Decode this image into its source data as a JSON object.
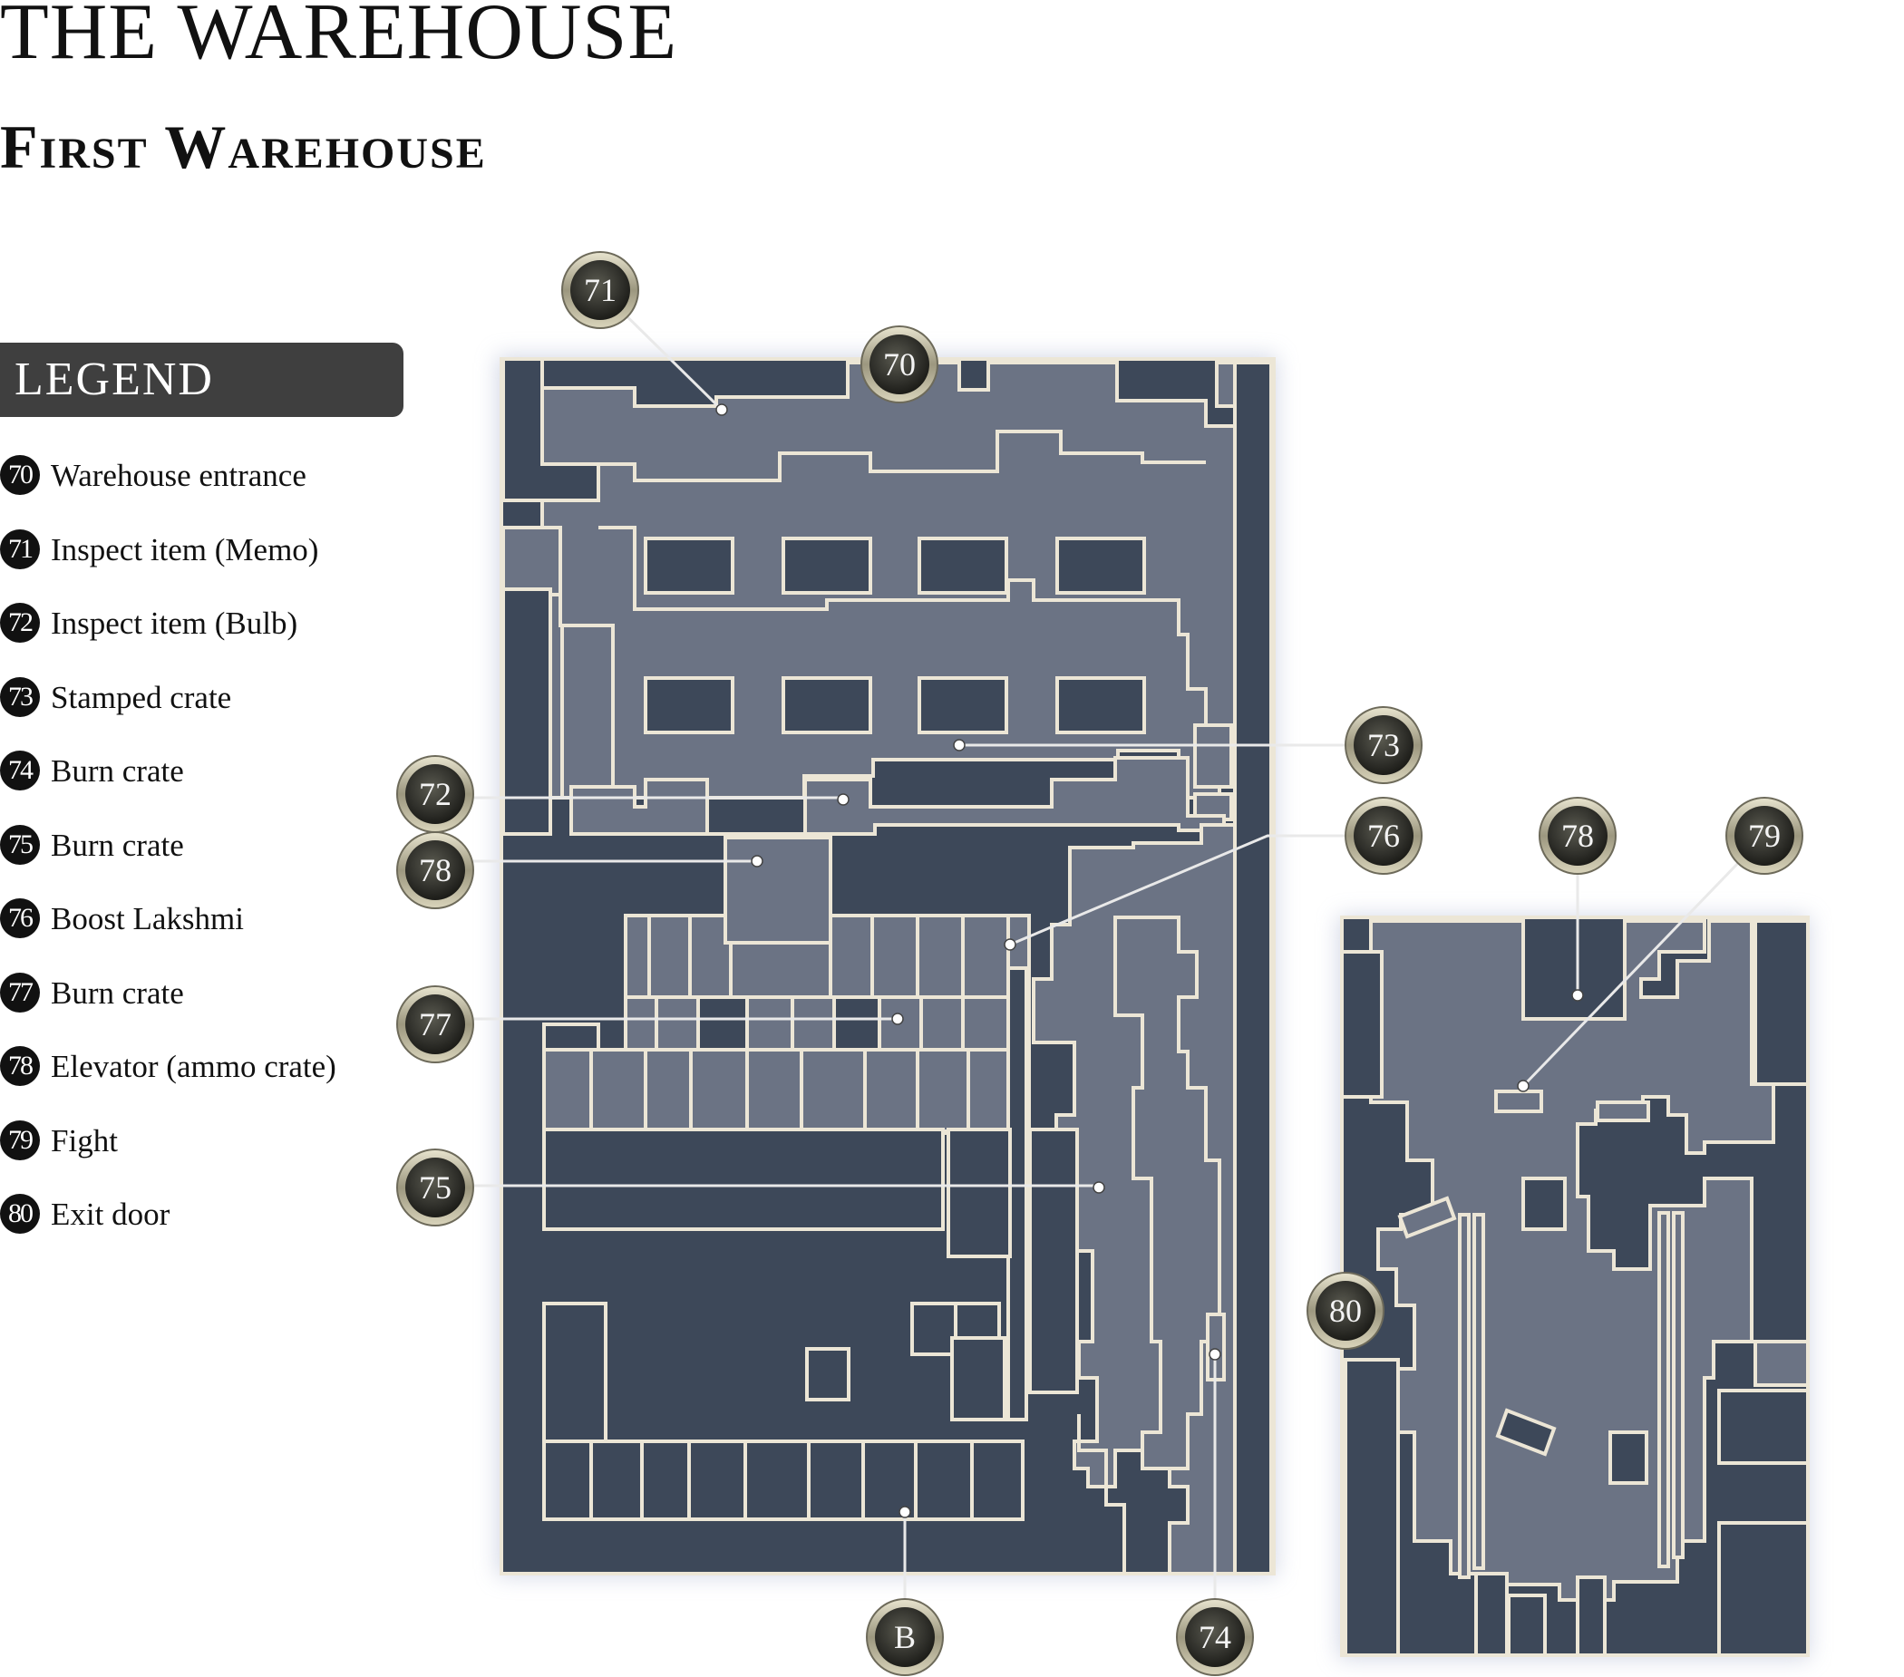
{
  "title": "THE WAREHOUSE",
  "subtitle": "First Warehouse",
  "legend": {
    "heading": "LEGEND",
    "items": [
      {
        "num": "70",
        "label": "Warehouse entrance"
      },
      {
        "num": "71",
        "label": "Inspect item (Memo)"
      },
      {
        "num": "72",
        "label": "Inspect item (Bulb)"
      },
      {
        "num": "73",
        "label": "Stamped crate"
      },
      {
        "num": "74",
        "label": "Burn crate"
      },
      {
        "num": "75",
        "label": "Burn crate"
      },
      {
        "num": "76",
        "label": "Boost Lakshmi"
      },
      {
        "num": "77",
        "label": "Burn crate"
      },
      {
        "num": "78",
        "label": "Elevator (ammo crate)"
      },
      {
        "num": "79",
        "label": "Fight"
      },
      {
        "num": "80",
        "label": "Exit door"
      }
    ]
  },
  "markers": [
    {
      "label": "71"
    },
    {
      "label": "70"
    },
    {
      "label": "73"
    },
    {
      "label": "72"
    },
    {
      "label": "76"
    },
    {
      "label": "78"
    },
    {
      "label": "78"
    },
    {
      "label": "79"
    },
    {
      "label": "77"
    },
    {
      "label": "75"
    },
    {
      "label": "80"
    },
    {
      "label": "B"
    },
    {
      "label": "74"
    }
  ],
  "colors": {
    "floor": "#6b7384",
    "wall": "#3d4859",
    "outline": "#ece6d6",
    "legend_header": "#3f3f3f"
  }
}
